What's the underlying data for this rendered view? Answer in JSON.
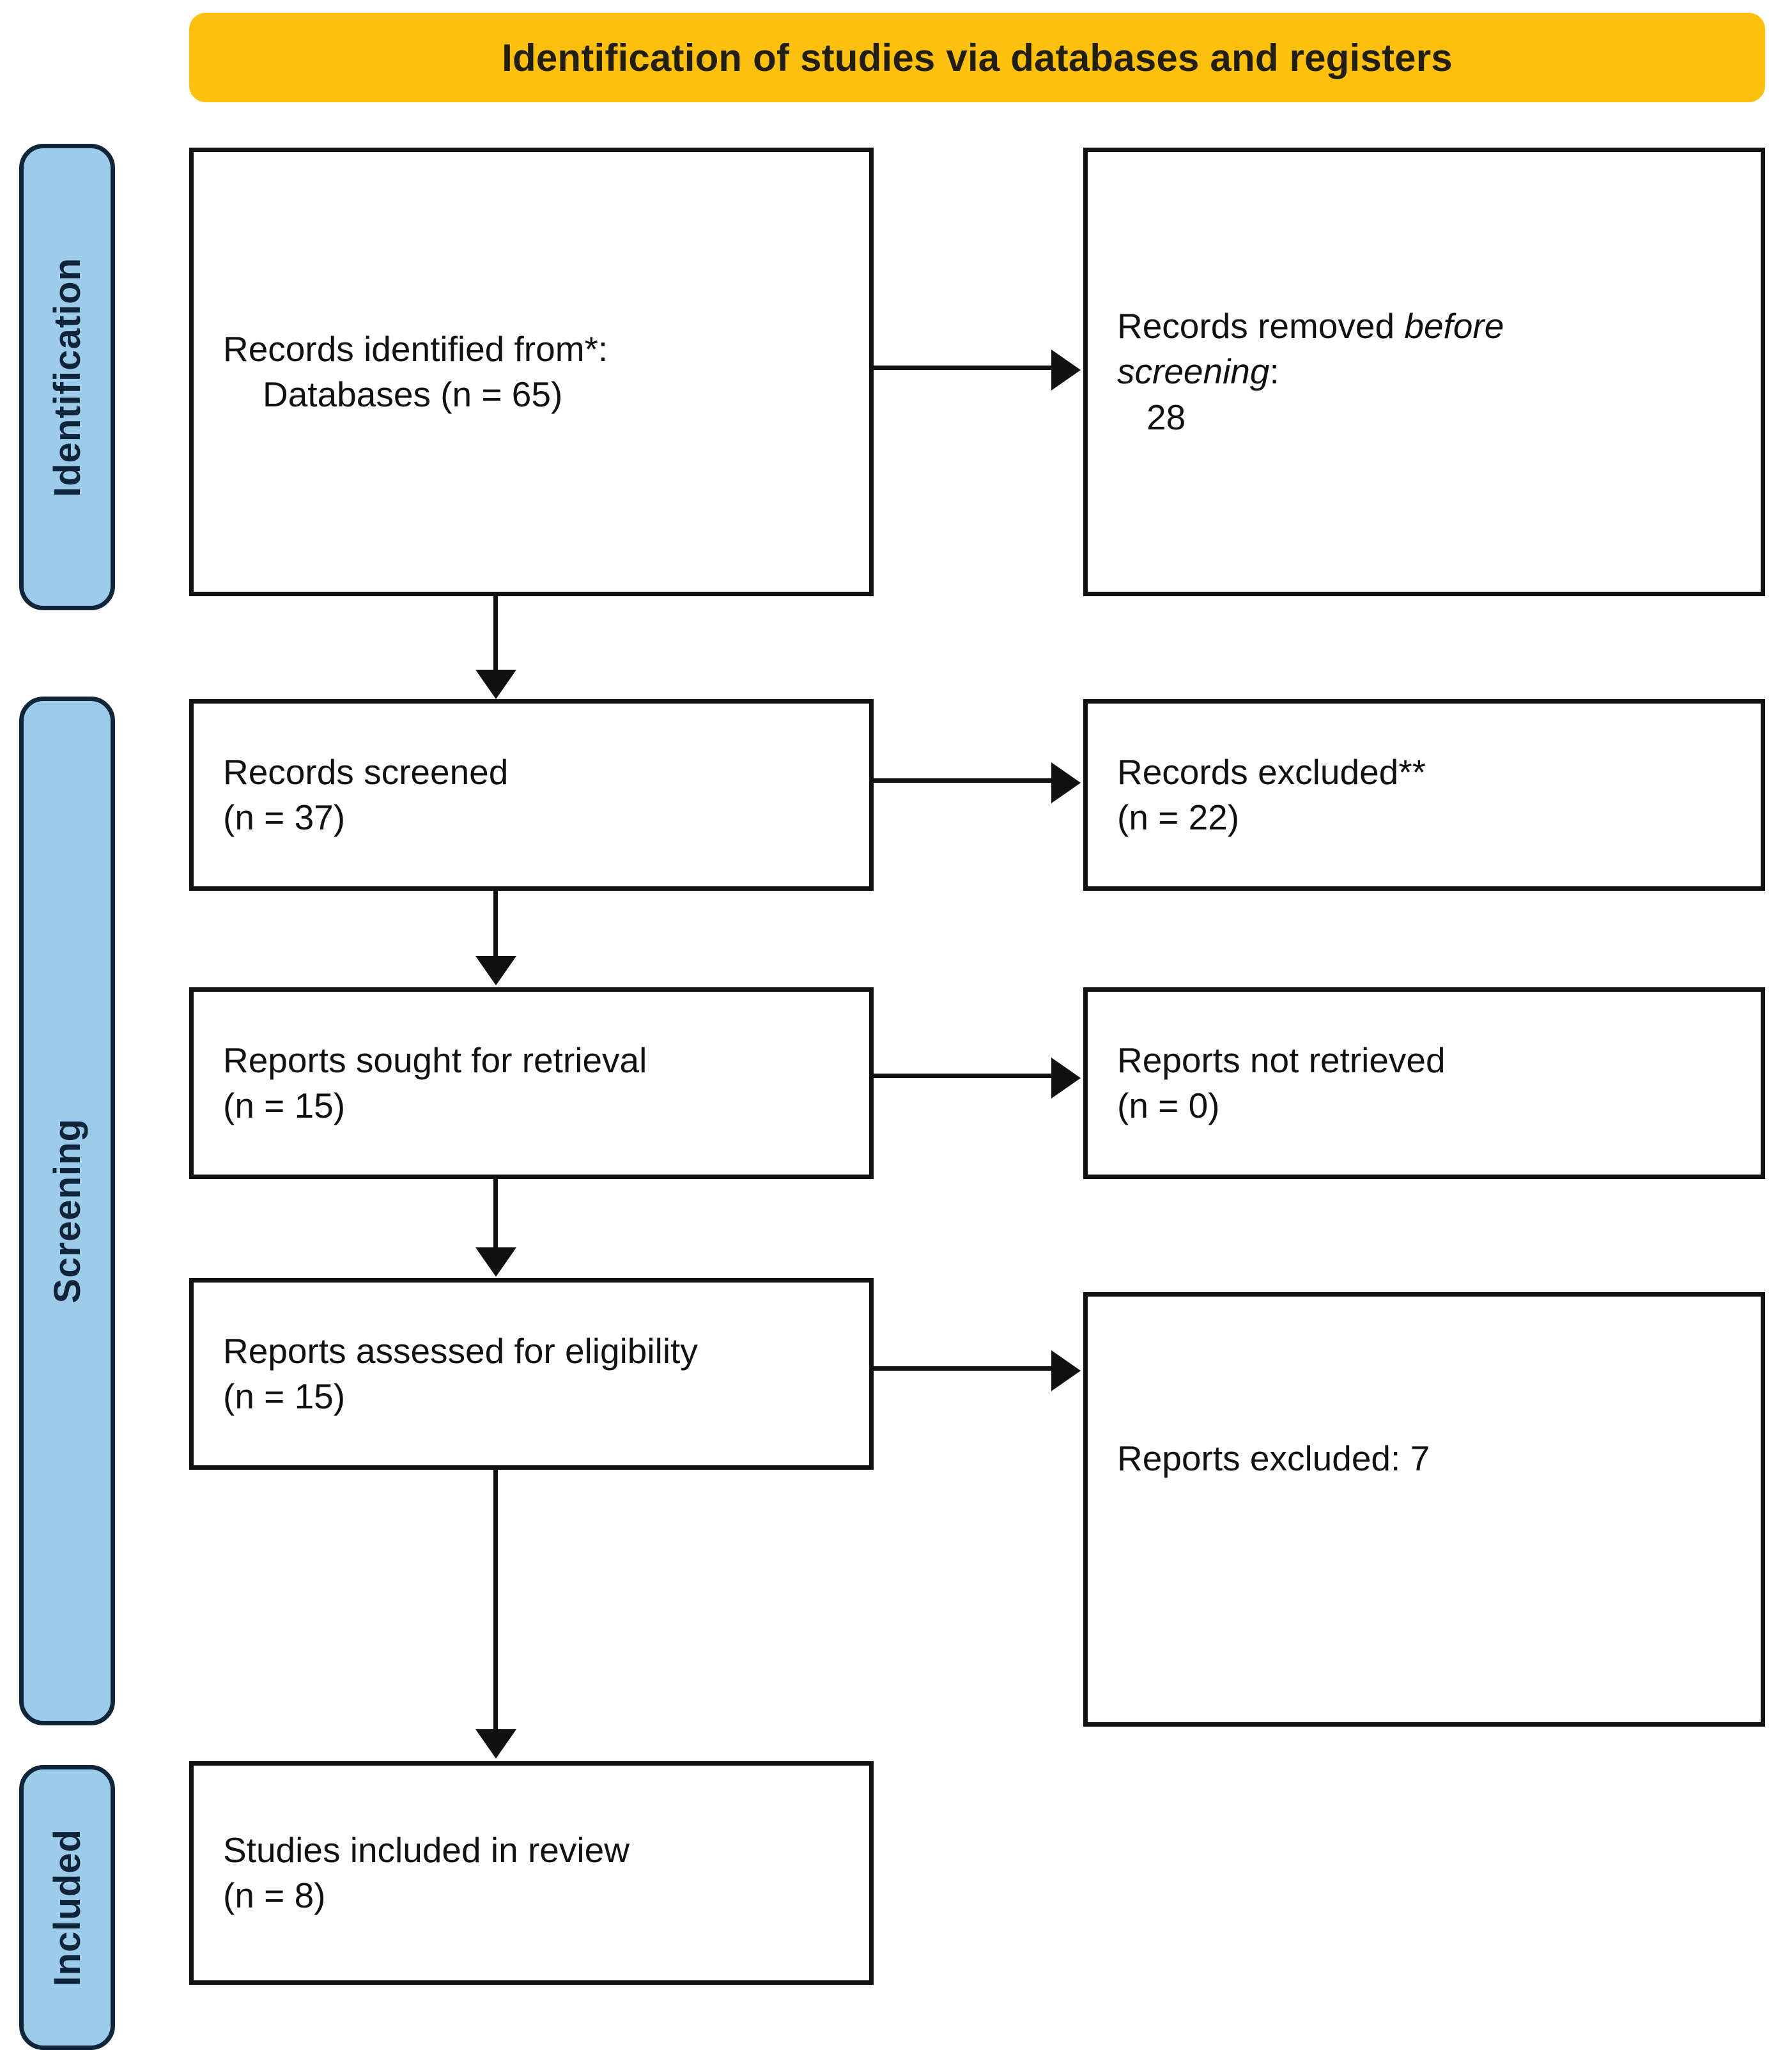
{
  "banner": {
    "title": "Identification of studies via databases and registers",
    "color": "#FCC00D"
  },
  "stages": {
    "color": "#9DCCEB",
    "identification": "Identification",
    "screening": "Screening",
    "included": "Included"
  },
  "boxes": {
    "identified": {
      "line1": "Records identified from*:",
      "line2": "Databases (n = 65)"
    },
    "removed": {
      "line1": "Records removed ",
      "line1_italic": "before",
      "line2_italic": "screening",
      "line2_tail": ":",
      "line3": "28"
    },
    "screened": {
      "line1": "Records screened",
      "line2": "(n = 37)"
    },
    "excluded": {
      "line1": "Records excluded**",
      "line2": "(n = 22)"
    },
    "sought": {
      "line1": "Reports sought for retrieval",
      "line2": "(n = 15)"
    },
    "not_retrieved": {
      "line1": "Reports not retrieved",
      "line2": "(n = 0)"
    },
    "assessed": {
      "line1": "Reports assessed for eligibility",
      "line2": "(n = 15)"
    },
    "reports_excluded": {
      "line1": "Reports excluded: 7"
    },
    "studies_included": {
      "line1": "Studies included in review",
      "line2": "(n = 8)"
    }
  },
  "counts": {
    "databases_identified": 65,
    "removed_before_screening": 28,
    "records_screened": 37,
    "records_excluded": 22,
    "reports_sought": 15,
    "reports_not_retrieved": 0,
    "reports_assessed": 15,
    "reports_excluded": 7,
    "studies_included": 8
  }
}
